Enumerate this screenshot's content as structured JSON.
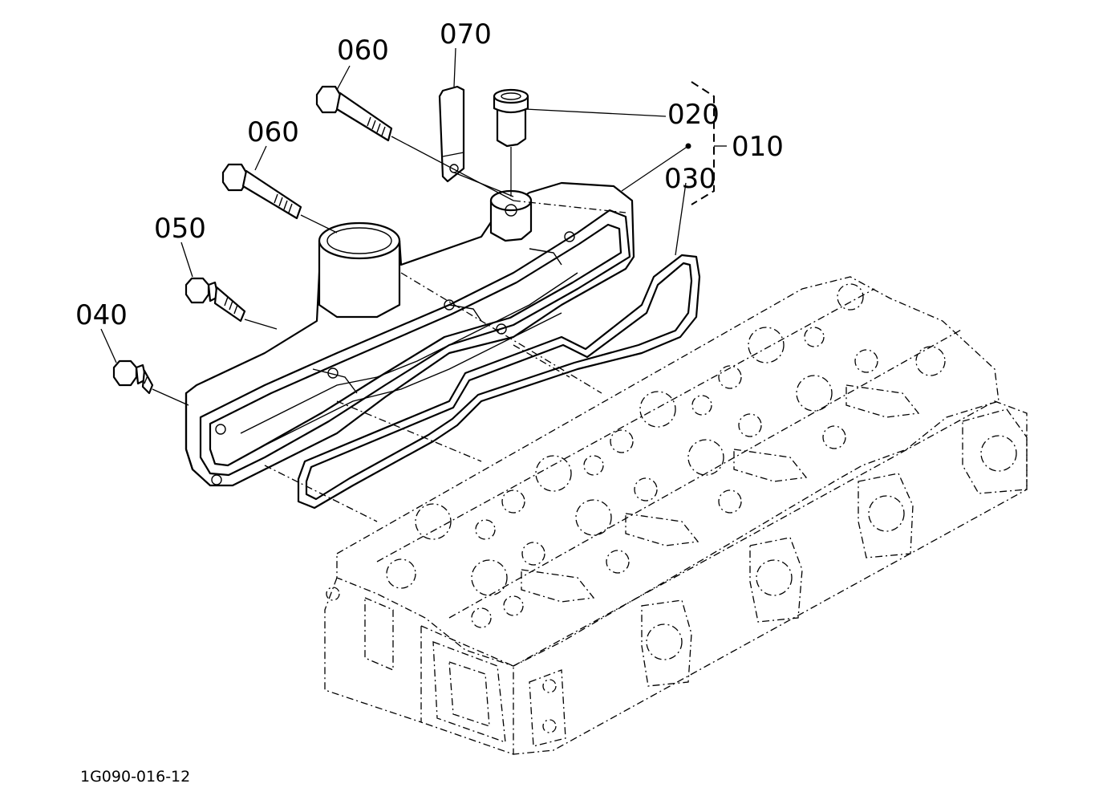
{
  "callouts": {
    "c070": "070",
    "c060a": "060",
    "c060b": "060",
    "c050": "050",
    "c040": "040",
    "c020": "020",
    "c010": "010",
    "c030": "030"
  },
  "reference_code": "1G090-016-12"
}
